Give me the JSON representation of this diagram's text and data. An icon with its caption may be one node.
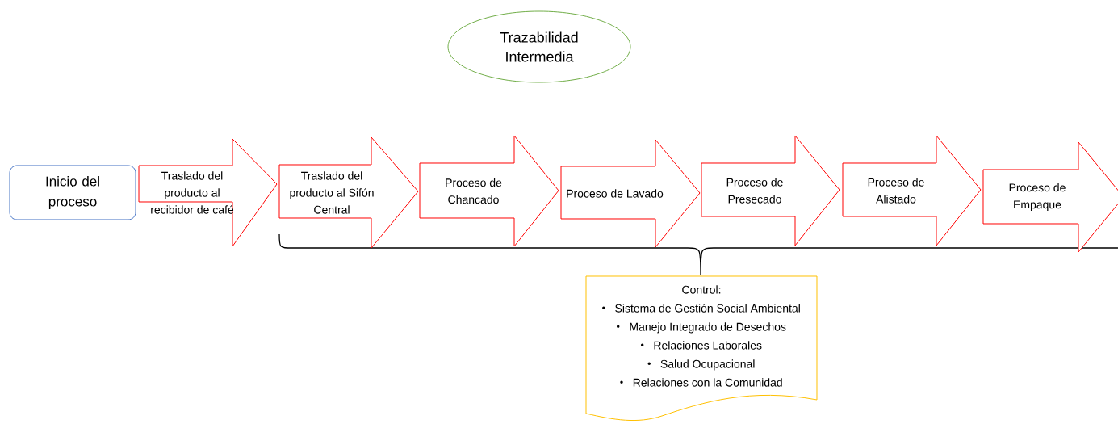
{
  "diagram": {
    "nodes": [
      {
        "text": [
          "Trazabilidad Intermedia"
        ]
      },
      {
        "text": [
          "Inicio del proceso"
        ]
      },
      {
        "text": [
          "Traslado del producto al recibidor de café"
        ]
      },
      {
        "text": [
          "Traslado del producto al Sifón Central"
        ]
      },
      {
        "text": [
          "Proceso de Chancado"
        ]
      },
      {
        "text": [
          "Proceso de Lavado"
        ]
      },
      {
        "text": [
          "Proceso de Presecado"
        ]
      },
      {
        "text": [
          "Proceso de Alistado"
        ]
      },
      {
        "text": [
          "Proceso de Empaque"
        ]
      },
      {
        "text": [
          "Control:",
          "Sistema de Gestión Social Ambiental",
          "Manejo Integrado de Desechos",
          "Relaciones Laborales",
          "Salud Ocupacional",
          "Relaciones con la Comunidad"
        ]
      }
    ]
  }
}
